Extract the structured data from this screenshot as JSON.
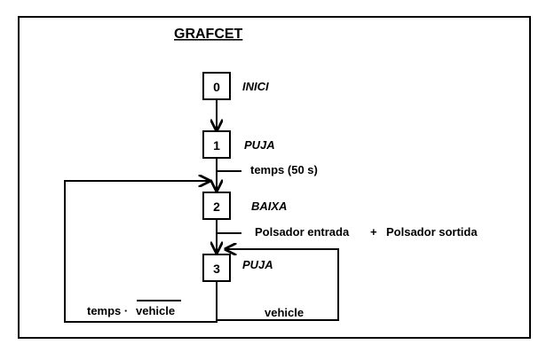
{
  "title": "GRAFCET",
  "steps": [
    {
      "number": "0",
      "action": "INICI"
    },
    {
      "number": "1",
      "action": "PUJA"
    },
    {
      "number": "2",
      "action": "BAIXA"
    },
    {
      "number": "3",
      "action": "PUJA"
    }
  ],
  "transitions": {
    "t1": "temps (50 s)",
    "t2_a": "Polsador entrada",
    "t2_op": "+",
    "t2_b": "Polsador sortida",
    "t3_loop": "vehicle",
    "t3_back_a": "temps ·",
    "t3_back_b": "vehicle"
  },
  "colors": {
    "line": "#000000",
    "background": "#ffffff"
  }
}
